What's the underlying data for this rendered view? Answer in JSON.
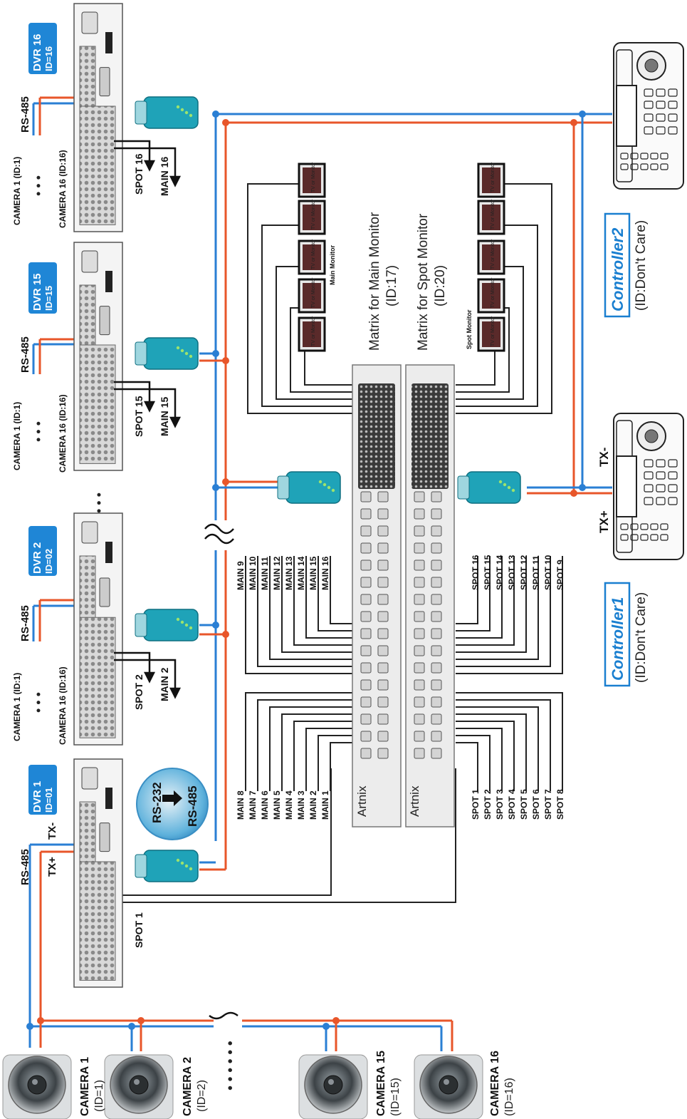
{
  "colors": {
    "rs485_blue": "#2a7fd4",
    "rs485_red": "#e8562a",
    "badge": "#1f86d6",
    "adapter": "#1fa3b8",
    "wire": "#222222"
  },
  "dvrs": [
    {
      "badge": "DVR 1",
      "id": "ID=01",
      "cameras_top": "",
      "cameras_bottom": "",
      "rs485": "RS-485",
      "spot": "SPOT 1",
      "main": ""
    },
    {
      "badge": "DVR 2",
      "id": "ID=02",
      "cameras_top": "CAMERA 1 (ID:1)",
      "cameras_bottom": "CAMERA 16 (ID:16)",
      "rs485": "RS-485",
      "spot": "SPOT 2",
      "main": "MAIN 2"
    },
    {
      "badge": "DVR 15",
      "id": "ID=15",
      "cameras_top": "CAMERA 1 (ID:1)",
      "cameras_bottom": "CAMERA 16 (ID:16)",
      "rs485": "RS-485",
      "spot": "SPOT 15",
      "main": "MAIN 15"
    },
    {
      "badge": "DVR 16",
      "id": "ID=16",
      "cameras_top": "CAMERA 1 (ID:1)",
      "cameras_bottom": "CAMERA 16 (ID:16)",
      "rs485": "RS-485",
      "spot": "SPOT 16",
      "main": "MAIN 16"
    }
  ],
  "dvr1_tx": {
    "plus": "TX+",
    "minus": "TX-"
  },
  "converter": {
    "top": "RS-232",
    "bottom": "RS-485"
  },
  "cameras": [
    {
      "name": "CAMERA 1",
      "id": "(ID=1)"
    },
    {
      "name": "CAMERA 2",
      "id": "(ID=2)"
    },
    {
      "name": "CAMERA 15",
      "id": "(ID=15)"
    },
    {
      "name": "CAMERA 16",
      "id": "(ID=16)"
    }
  ],
  "main_outputs_upper": [
    "MAIN 9",
    "MAIN 10",
    "MAIN 11",
    "MAIN 12",
    "MAIN 13",
    "MAIN 14",
    "MAIN 15",
    "MAIN 16"
  ],
  "main_outputs_lower": [
    "MAIN 8",
    "MAIN 7",
    "MAIN 6",
    "MAIN 5",
    "MAIN 4",
    "MAIN 3",
    "MAIN 2",
    "MAIN 1"
  ],
  "spot_outputs_upper": [
    "SPOT 16",
    "SPOT 15",
    "SPOT 14",
    "SPOT 13",
    "SPOT 12",
    "SPOT 11",
    "SPOT 10",
    "SPOT 9"
  ],
  "spot_outputs_lower": [
    "SPOT 1",
    "SPOT 2",
    "SPOT 3",
    "SPOT 4",
    "SPOT 5",
    "SPOT 6",
    "SPOT 7",
    "SPOT 8"
  ],
  "matrix_main": {
    "title": "Matrix for Main Monitor",
    "id": "(ID:17)",
    "brand": "Artnix",
    "monitor_label": "Main Monitor"
  },
  "matrix_spot": {
    "title": "Matrix for Spot Monitor",
    "id": "(ID:20)",
    "brand": "Artnix",
    "monitor_label": "Spot Monitor"
  },
  "monitor_text": "TV or Monitor",
  "controller1": {
    "title": "Controller1",
    "note": "(ID:Don't Care)",
    "tx_plus": "TX+",
    "tx_minus": "TX-"
  },
  "controller2": {
    "title": "Controller2",
    "note": "(ID:Don't Care)"
  }
}
